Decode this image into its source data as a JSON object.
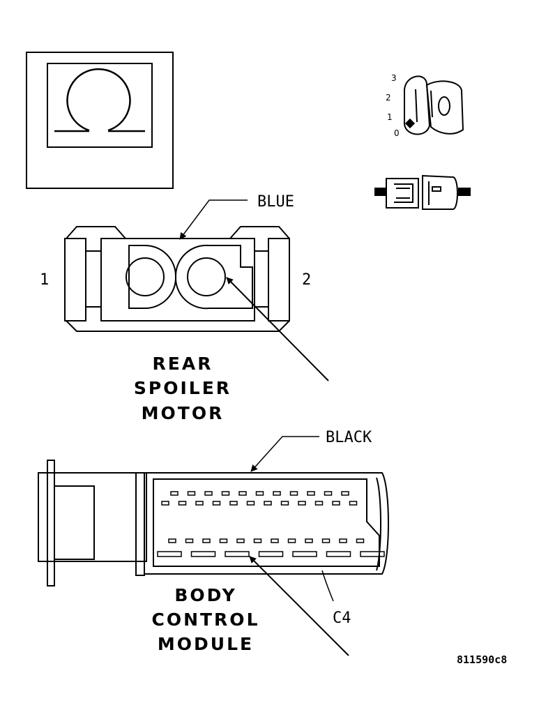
{
  "meter_symbol": "Ω",
  "ignition": {
    "positions": [
      "3",
      "2",
      "1",
      "0"
    ]
  },
  "spoiler_connector": {
    "color_label": "BLUE",
    "pin_left": "1",
    "pin_right": "2",
    "name_lines": [
      "REAR",
      "SPOILER",
      "MOTOR"
    ]
  },
  "bcm_connector": {
    "color_label": "BLACK",
    "connector_id": "C4",
    "name_lines": [
      "BODY",
      "CONTROL",
      "MODULE"
    ]
  },
  "figure_id": "811590c8"
}
